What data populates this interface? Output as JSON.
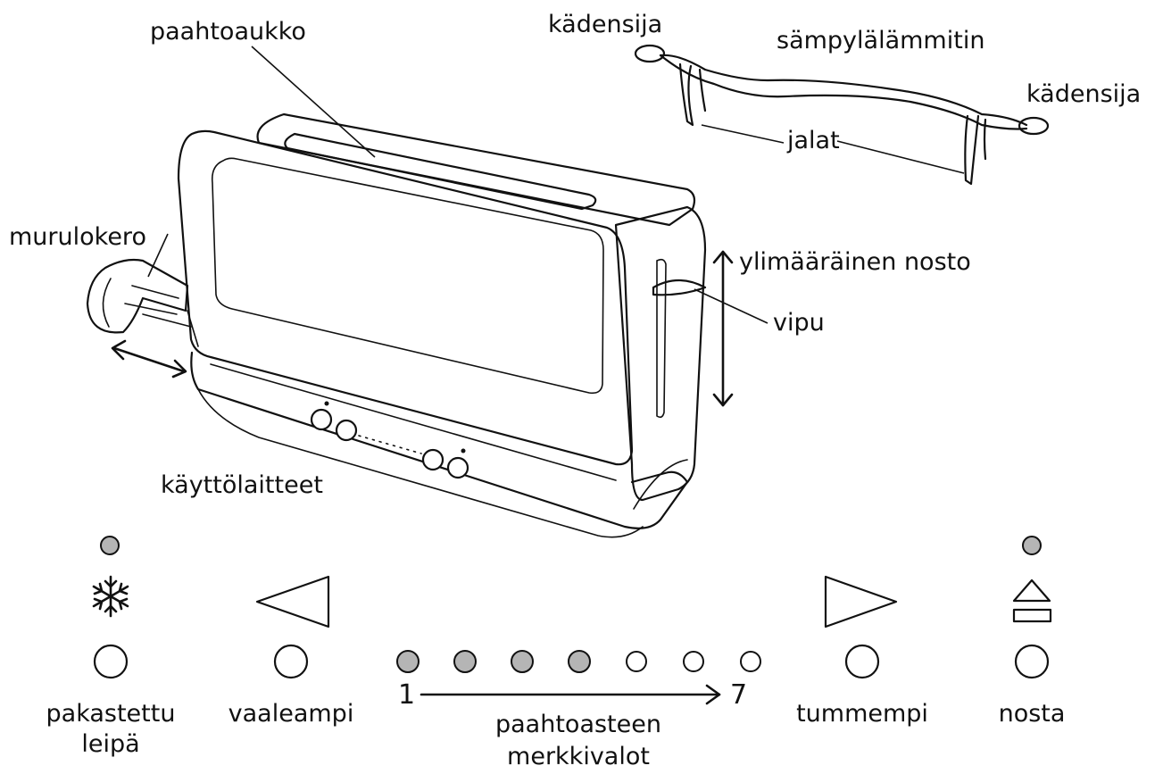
{
  "labels": {
    "paahtoaukko": "paahtoaukko",
    "kadensija_left": "kädensija",
    "sampylalammitin": "sämpylälämmitin",
    "kadensija_right": "kädensija",
    "jalat": "jalat",
    "murulokero": "murulokero",
    "ylimaarainen_nosto": "ylimääräinen nosto",
    "vipu": "vipu",
    "kayttolaitteet": "käyttölaitteet"
  },
  "panel": {
    "frozen": {
      "line1": "pakastettu",
      "line2": "leipä",
      "icon": "snowflake-icon",
      "indicator_lit": true
    },
    "lighter": {
      "label": "vaaleampi",
      "icon": "triangle-left-icon"
    },
    "darker": {
      "label": "tummempi",
      "icon": "triangle-right-icon"
    },
    "lift": {
      "label": "nosta",
      "icon": "eject-icon",
      "indicator_lit": true
    },
    "scale": {
      "min": "1",
      "max": "7",
      "caption_line1": "paahtoasteen",
      "caption_line2": "merkkivalot",
      "levels_total": 7,
      "levels_lit": 4
    },
    "colors": {
      "lit": "#b5b5b5",
      "unlit": "#ffffff",
      "line": "#111111"
    }
  }
}
